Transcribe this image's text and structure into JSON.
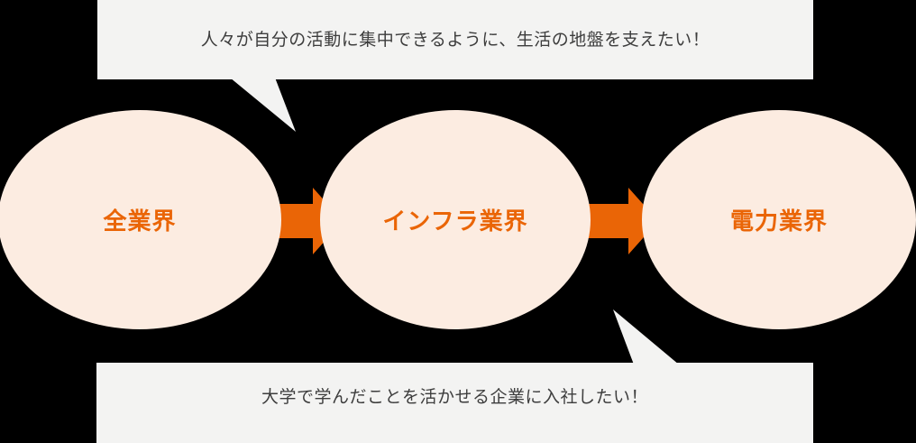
{
  "diagram": {
    "bubbles": {
      "top": {
        "text": "人々が自分の活動に集中できるように、生活の地盤を支えたい！"
      },
      "bottom": {
        "text": "大学で学んだことを活かせる企業に入社したい！"
      }
    },
    "steps": [
      {
        "label": "全業界"
      },
      {
        "label": "インフラ業界"
      },
      {
        "label": "電力業界"
      }
    ],
    "colors": {
      "background": "#000000",
      "ellipse_fill": "#fcece1",
      "accent_orange": "#ea6506",
      "bubble_fill": "#f3f3f2",
      "bubble_text": "#3d3d3d"
    }
  }
}
